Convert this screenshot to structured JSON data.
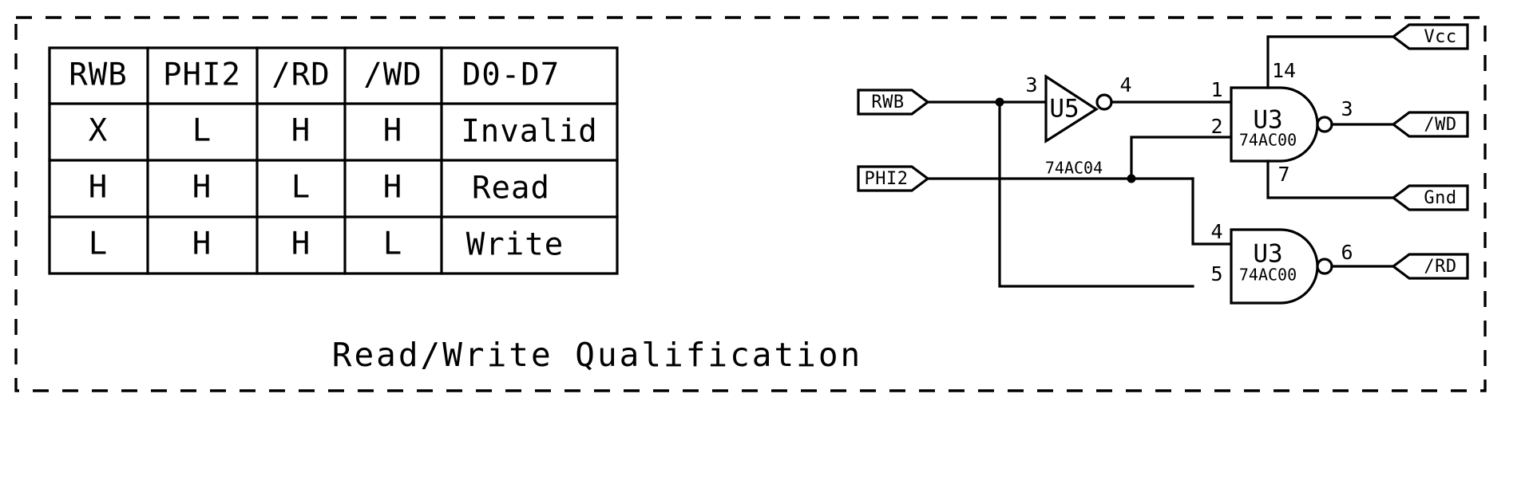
{
  "diagram": {
    "title": "Read/Write Qualification",
    "border_style": "dashed"
  },
  "truth_table": {
    "headers": [
      "RWB",
      "PHI2",
      "/RD",
      "/WD",
      "D0-D7"
    ],
    "rows": [
      [
        "X",
        "L",
        "H",
        "H",
        "Invalid"
      ],
      [
        "H",
        "H",
        "L",
        "H",
        "Read"
      ],
      [
        "L",
        "H",
        "H",
        "L",
        "Write"
      ]
    ]
  },
  "circuit": {
    "input_ports": [
      {
        "name": "RWB",
        "label": "RWB"
      },
      {
        "name": "PHI2",
        "label": "PHI2"
      }
    ],
    "output_ports": [
      {
        "name": "Vcc",
        "label": "Vcc"
      },
      {
        "name": "WD",
        "label": "/WD"
      },
      {
        "name": "Gnd",
        "label": "Gnd"
      },
      {
        "name": "RD",
        "label": "/RD"
      }
    ],
    "components": [
      {
        "id": "U5",
        "ref": "U5",
        "part": "74AC04",
        "type": "inverter",
        "pins_in": [
          "3"
        ],
        "pins_out": [
          "4"
        ]
      },
      {
        "id": "U3A",
        "ref": "U3",
        "part": "74AC00",
        "type": "nand",
        "pins_in": [
          "1",
          "2"
        ],
        "pins_out": [
          "3"
        ],
        "pin_vcc": "14",
        "pin_gnd": "7"
      },
      {
        "id": "U3B",
        "ref": "U3",
        "part": "74AC00",
        "type": "nand",
        "pins_in": [
          "4",
          "5"
        ],
        "pins_out": [
          "6"
        ]
      }
    ],
    "pin_labels": {
      "u5_in": "3",
      "u5_out": "4",
      "u3a_in1": "1",
      "u3a_in2": "2",
      "u3a_out": "3",
      "u3a_vcc": "14",
      "u3a_gnd": "7",
      "u3b_in1": "4",
      "u3b_in2": "5",
      "u3b_out": "6"
    }
  },
  "colors": {
    "ink": "#000000",
    "paper": "#ffffff"
  }
}
